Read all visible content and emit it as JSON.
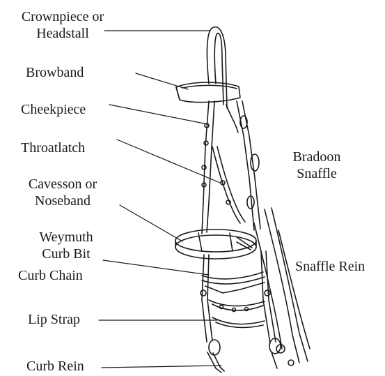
{
  "labels": {
    "crownpiece_l1": "Crownpiece or",
    "crownpiece_l2": "Headstall",
    "browband": "Browband",
    "cheekpiece": "Cheekpiece",
    "throatlatch": "Throatlatch",
    "cavesson_l1": "Cavesson or",
    "cavesson_l2": "Noseband",
    "weymuth_l1": "Weymuth",
    "weymuth_l2": "Curb Bit",
    "curb_chain": "Curb Chain",
    "lip_strap": "Lip Strap",
    "curb_rein": "Curb Rein",
    "bradoon_l1": "Bradoon",
    "bradoon_l2": "Snaffle",
    "snaffle_rein": "Snaffle Rein"
  },
  "colors": {
    "ink": "#1a1a1a",
    "background": "#ffffff"
  }
}
